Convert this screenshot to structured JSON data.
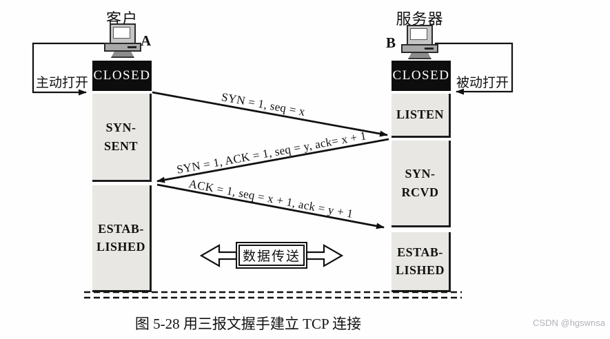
{
  "client": {
    "title": "客户",
    "host_label": "A",
    "open_label": "主动打开",
    "states": {
      "closed": "CLOSED",
      "syn_sent": "SYN-\nSENT",
      "established": "ESTAB-\nLISHED"
    }
  },
  "server": {
    "title": "服务器",
    "host_label": "B",
    "open_label": "被动打开",
    "states": {
      "closed": "CLOSED",
      "listen": "LISTEN",
      "syn_rcvd": "SYN-\nRCVD",
      "established": "ESTAB-\nLISHED"
    }
  },
  "messages": {
    "syn": "SYN = 1, seq = x",
    "syn_ack": "SYN = 1, ACK = 1, seq = y, ack= x + 1",
    "ack": "ACK = 1, seq = x + 1, ack = y + 1"
  },
  "data_transfer_label": "数据传送",
  "caption": "图 5-28  用三报文握手建立 TCP 连接",
  "watermark": "CSDN @hgswnsa",
  "colors": {
    "line": "#111111",
    "state_fill": "#e8e7e3",
    "closed_bg": "#0d0d0d",
    "closed_text": "#ffffff"
  }
}
